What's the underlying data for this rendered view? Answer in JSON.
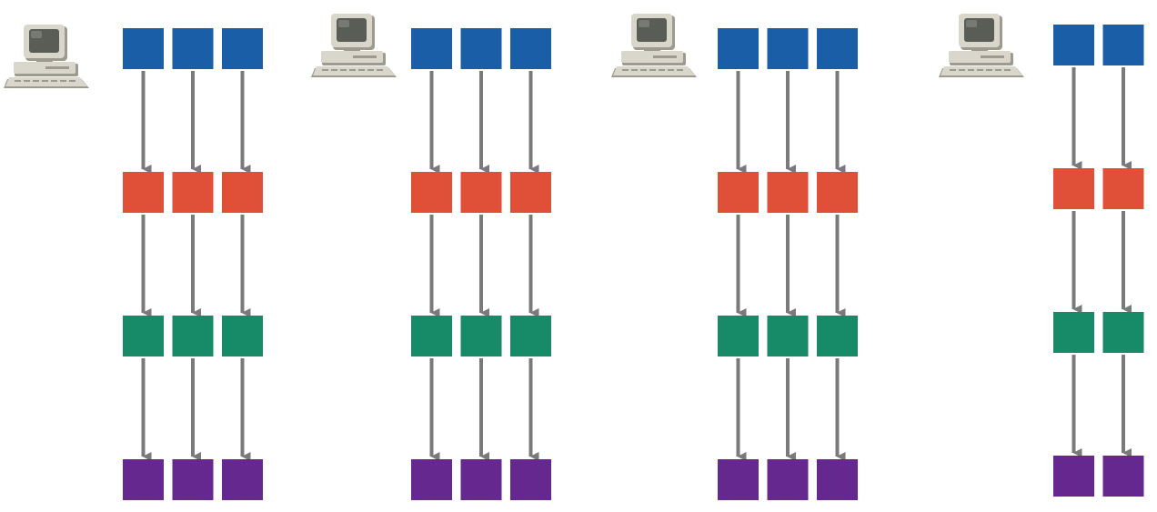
{
  "icons": {
    "computer": "computer-icon",
    "arrow": "arrow-down-icon"
  },
  "colors": {
    "background": "#ffffff",
    "arrow": "#7a7a7a",
    "stages": [
      "#1a5ea8",
      "#e05038",
      "#178a68",
      "#64288f"
    ],
    "computer_body": "#d9d6cc",
    "computer_shadow": "#9e9a8e",
    "computer_screen": "#5a5c56",
    "computer_screen_glare": "#8a8d86"
  },
  "diagram": {
    "stage_count": 4,
    "groups": [
      {
        "columns": 3
      },
      {
        "columns": 3
      },
      {
        "columns": 3
      },
      {
        "columns": 2
      }
    ]
  }
}
